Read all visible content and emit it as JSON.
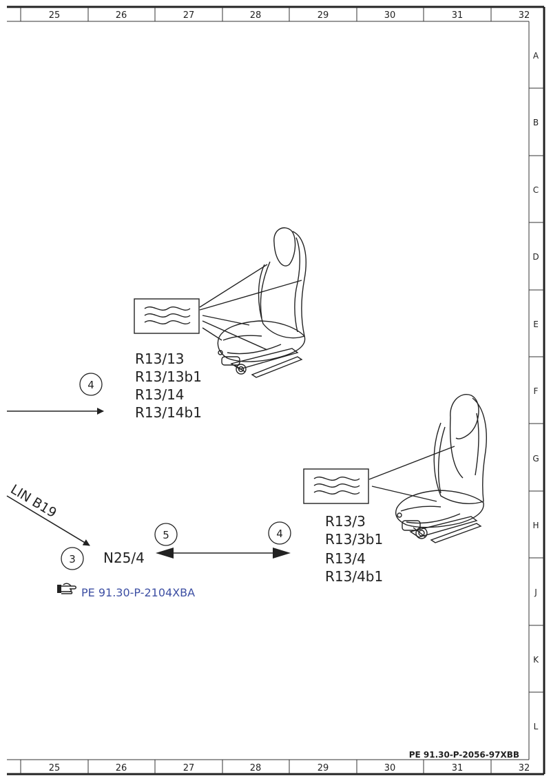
{
  "grid": {
    "columns": [
      "25",
      "26",
      "27",
      "28",
      "29",
      "30",
      "31",
      "32"
    ],
    "rows": [
      "A",
      "B",
      "C",
      "D",
      "E",
      "F",
      "G",
      "H",
      "J",
      "K",
      "L"
    ]
  },
  "upper_seat": {
    "labels": [
      "R13/13",
      "R13/13b1",
      "R13/14",
      "R13/14b1"
    ]
  },
  "lower_seat": {
    "labels": [
      "R13/3",
      "R13/3b1",
      "R13/4",
      "R13/4b1"
    ]
  },
  "connections": {
    "upper_circle": "4",
    "left_circle": "3",
    "mid_left_circle": "5",
    "mid_right_circle": "4",
    "lin_label": "LIN B19",
    "module_label": "N25/4"
  },
  "reference": {
    "text": "PE 91.30-P-2104XBA",
    "icon": "pointing-hand-icon",
    "color": "#3d4fa3"
  },
  "document_number": "PE 91.30-P-2056-97XBB"
}
